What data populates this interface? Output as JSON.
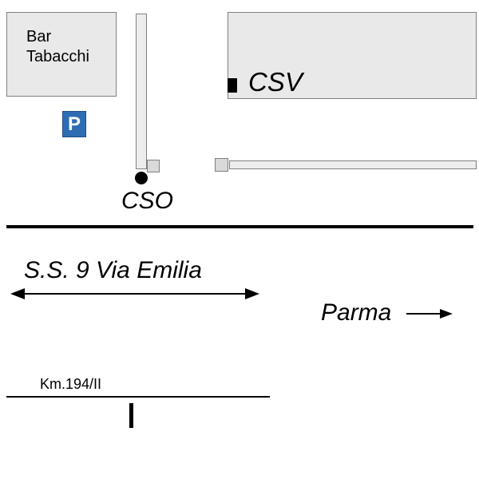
{
  "map": {
    "landmarks": {
      "bar_tabacchi": "Bar Tabacchi",
      "parking": "P",
      "csv": "CSV",
      "cso": "CSO"
    },
    "road": {
      "name": "S.S. 9 Via Emilia",
      "direction": "Parma",
      "km_marker": "Km.194/II"
    },
    "colors": {
      "parking_blue": "#2e6db4",
      "building_fill": "#e9e9e9",
      "building_border": "#808080",
      "road_fill": "#ededed",
      "node_fill": "#d9d9d9",
      "ink": "#000000"
    }
  }
}
